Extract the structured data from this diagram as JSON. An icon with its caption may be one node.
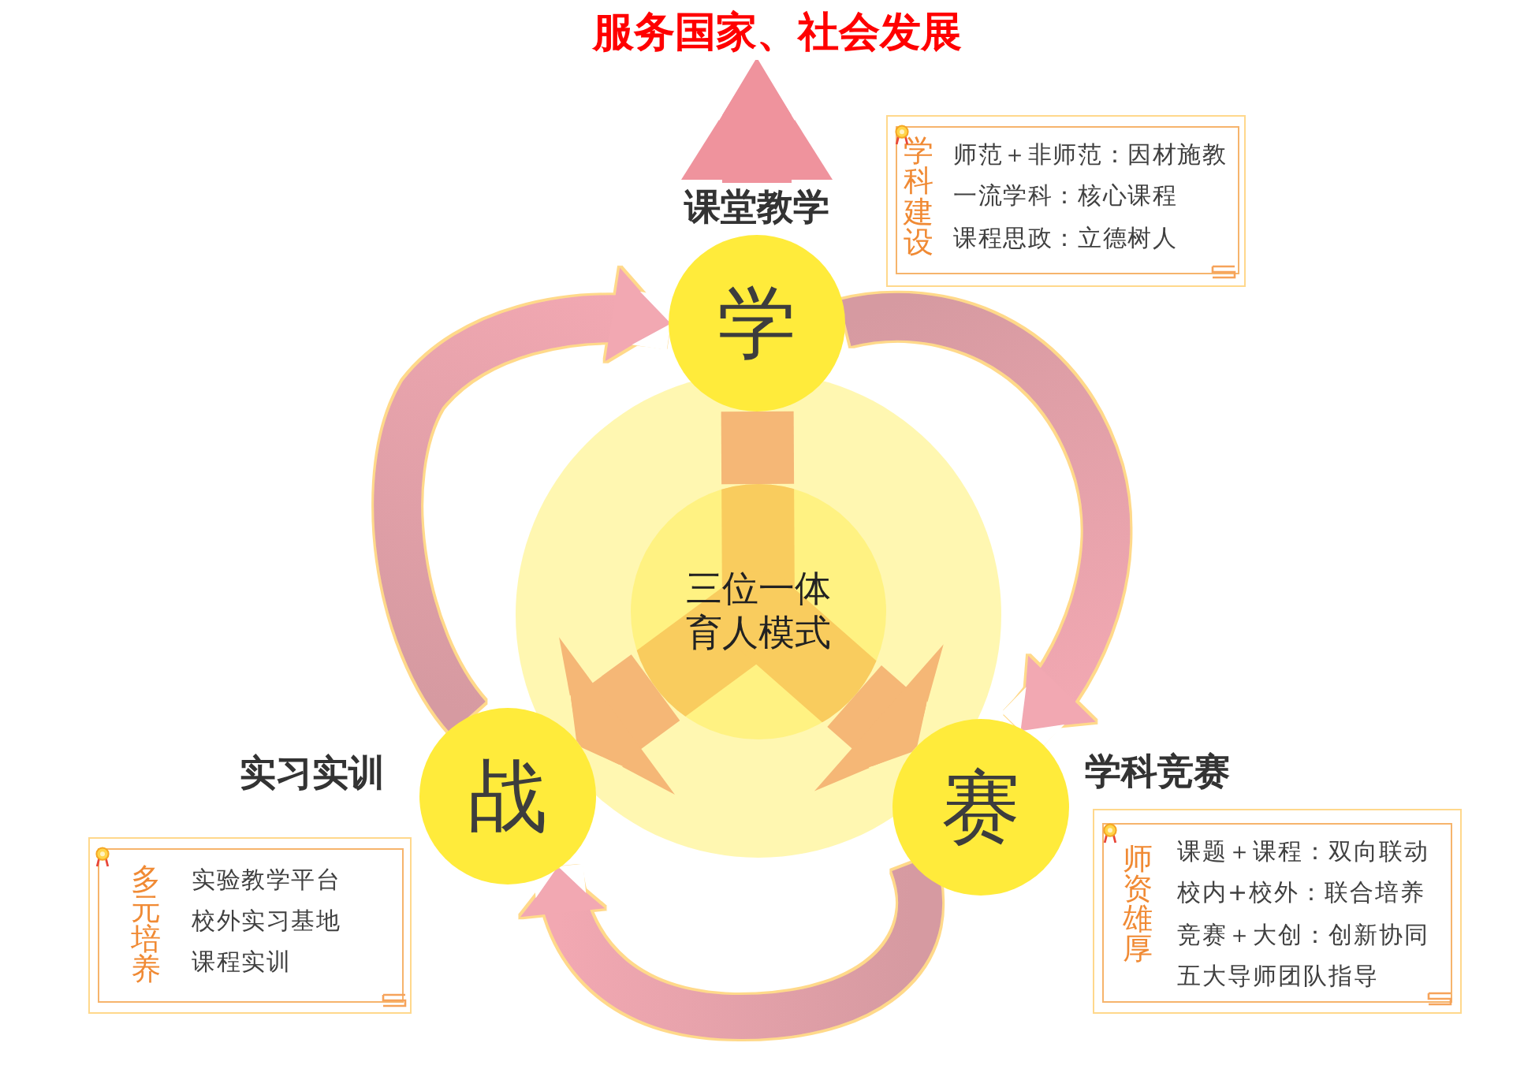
{
  "diagram": {
    "nodes": [
      {
        "text": [
          "服务国家、社会发展"
        ]
      },
      {
        "text": [
          "学科建设",
          "师范＋非师范：因材施教",
          "一流学科：核心课程",
          "课程思政：立德树人"
        ]
      },
      {
        "text": [
          "学"
        ],
        "beside": [
          "课堂教学"
        ]
      },
      {
        "text": [],
        "shape": "circle"
      },
      {
        "text": [
          "三位一体育人模式"
        ],
        "in": 3
      },
      {
        "text": [
          "战"
        ],
        "beside": [
          "实习实训"
        ]
      },
      {
        "text": [
          "赛"
        ],
        "beside": [
          "学科竞赛"
        ]
      },
      {
        "text": [
          "多元培养",
          "实验教学平台",
          "校外实习基地",
          "课程实训"
        ]
      },
      {
        "text": [
          "师资雄厚",
          "课题＋课程：双向联动",
          "校内+校外：联合培养",
          "竞赛＋大创：创新协同",
          "五大导师团队指导"
        ]
      }
    ],
    "edges": [
      {
        "from": 2,
        "to": 0,
        "arrow": "to"
      },
      {
        "from": 4,
        "to": 2,
        "arrow": "none"
      },
      {
        "from": 4,
        "to": 5,
        "arrow": "to"
      },
      {
        "from": 4,
        "to": 6,
        "arrow": "to"
      },
      {
        "from": 5,
        "to": 2,
        "arrow": "to"
      },
      {
        "from": 2,
        "to": 6,
        "arrow": "to"
      },
      {
        "from": 6,
        "to": 5,
        "arrow": "to"
      }
    ]
  }
}
